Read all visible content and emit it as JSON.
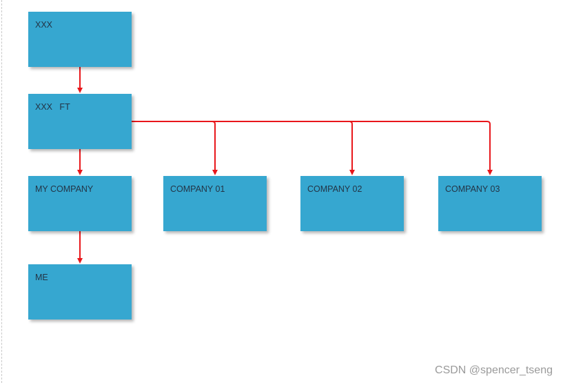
{
  "nodes": {
    "xxx": "XXX",
    "xxx_ft": "XXX   FT",
    "my_company": "MY COMPANY",
    "me": "ME",
    "company_01": "COMPANY 01",
    "company_02": "COMPANY 02",
    "company_03": "COMPANY 03"
  },
  "watermark": "CSDN @spencer_tseng",
  "colors": {
    "node_fill": "#36a7d0",
    "node_text": "#233446",
    "connector": "#e8161a",
    "watermark": "#9a9a9a"
  }
}
